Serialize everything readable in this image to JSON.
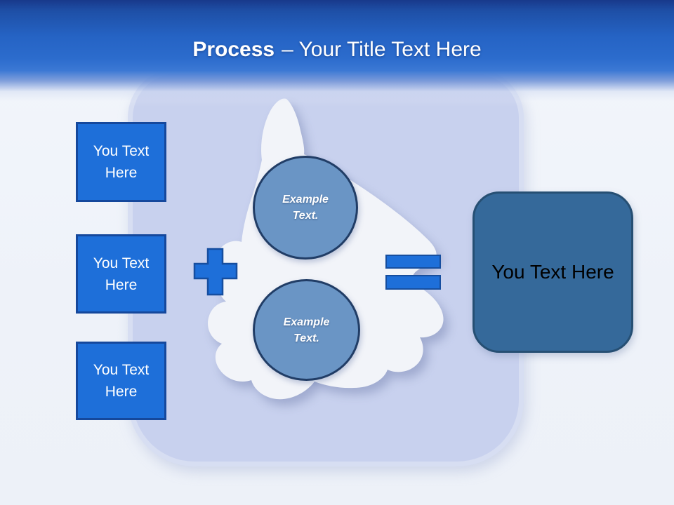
{
  "header": {
    "title_bold": "Process",
    "title_rest": "– Your Title Text Here"
  },
  "input_boxes": [
    {
      "label": "You Text Here"
    },
    {
      "label": "You Text Here"
    },
    {
      "label": "You Text Here"
    }
  ],
  "example_circles": [
    {
      "label": "Example Text."
    },
    {
      "label": "Example Text."
    }
  ],
  "operators": {
    "plus": "plus-icon",
    "equals": "equals-icon"
  },
  "result_box": {
    "label": "You Text Here"
  },
  "background_graphic": "thumbs-up-silhouette",
  "colors": {
    "header_blue_top": "#18398b",
    "header_blue_mid": "#2c6ccd",
    "accent_blue": "#1e6fd9",
    "accent_blue_border": "#15489c",
    "panel_lavender": "#c8d1ee",
    "circle_fill": "#6a95c5",
    "circle_border": "#213d66",
    "result_fill": "#35699a",
    "result_border": "#264f73",
    "thumb_white": "#f2f4f9",
    "title_text": "#ffffff",
    "result_text": "#000000"
  }
}
